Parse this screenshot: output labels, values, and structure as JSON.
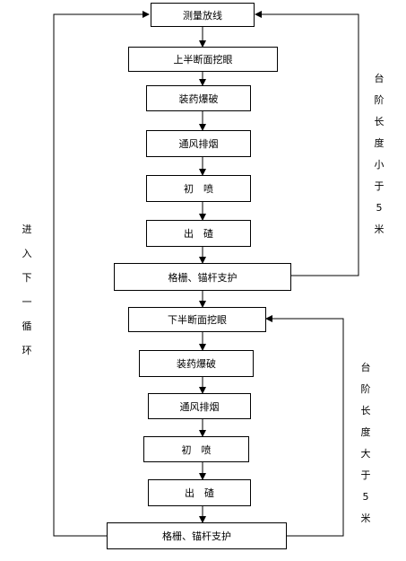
{
  "boxes": {
    "measure": "测量放线",
    "upper_excavation": "上半断面挖眼",
    "charge_blast_1": "装药爆破",
    "ventilate_1": "通风排烟",
    "shotcrete_1": "初　喷",
    "muck_1": "出　碴",
    "support_1": "格栅、锚杆支护",
    "lower_excavation": "下半断面挖眼",
    "charge_blast_2": "装药爆破",
    "ventilate_2": "通风排烟",
    "shotcrete_2": "初　喷",
    "muck_2": "出　碴",
    "support_2": "格栅、锚杆支护"
  },
  "side_labels": {
    "next_cycle": [
      "进",
      "入",
      "下",
      "一",
      "循",
      "环"
    ],
    "bench_less_than_5": [
      "台",
      "阶",
      "长",
      "度",
      "小",
      "于",
      "5",
      "米"
    ],
    "bench_greater_than_5": [
      "台",
      "阶",
      "长",
      "度",
      "大",
      "于",
      "5",
      "米"
    ]
  }
}
